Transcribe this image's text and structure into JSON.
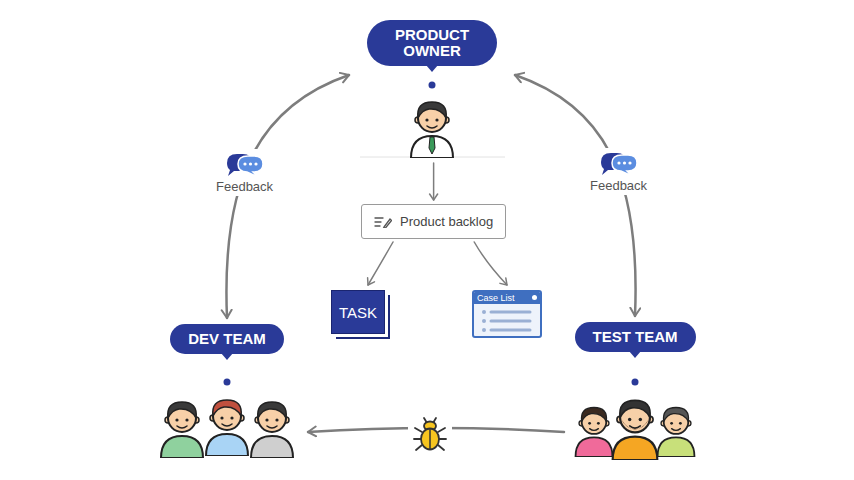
{
  "diagram": {
    "nodes": [
      {
        "text": [
          "PRODUCT OWNER"
        ]
      },
      {
        "text": [
          "Product backlog"
        ]
      },
      {
        "text": [
          "TASK"
        ]
      },
      {
        "text": [
          "Case List"
        ]
      },
      {
        "text": [
          "DEV TEAM"
        ]
      },
      {
        "text": [
          "TEST TEAM"
        ]
      }
    ],
    "edges": [
      {
        "from": 0,
        "to": 1,
        "arrow": "to"
      },
      {
        "from": 1,
        "to": 2,
        "arrow": "to"
      },
      {
        "from": 1,
        "to": 3,
        "arrow": "to"
      },
      {
        "from": 0,
        "to": 4,
        "label": "Feedback",
        "arrow": "both"
      },
      {
        "from": 0,
        "to": 5,
        "label": "Feedback",
        "arrow": "both"
      },
      {
        "from": 5,
        "to": 4,
        "arrow": "to"
      }
    ]
  }
}
